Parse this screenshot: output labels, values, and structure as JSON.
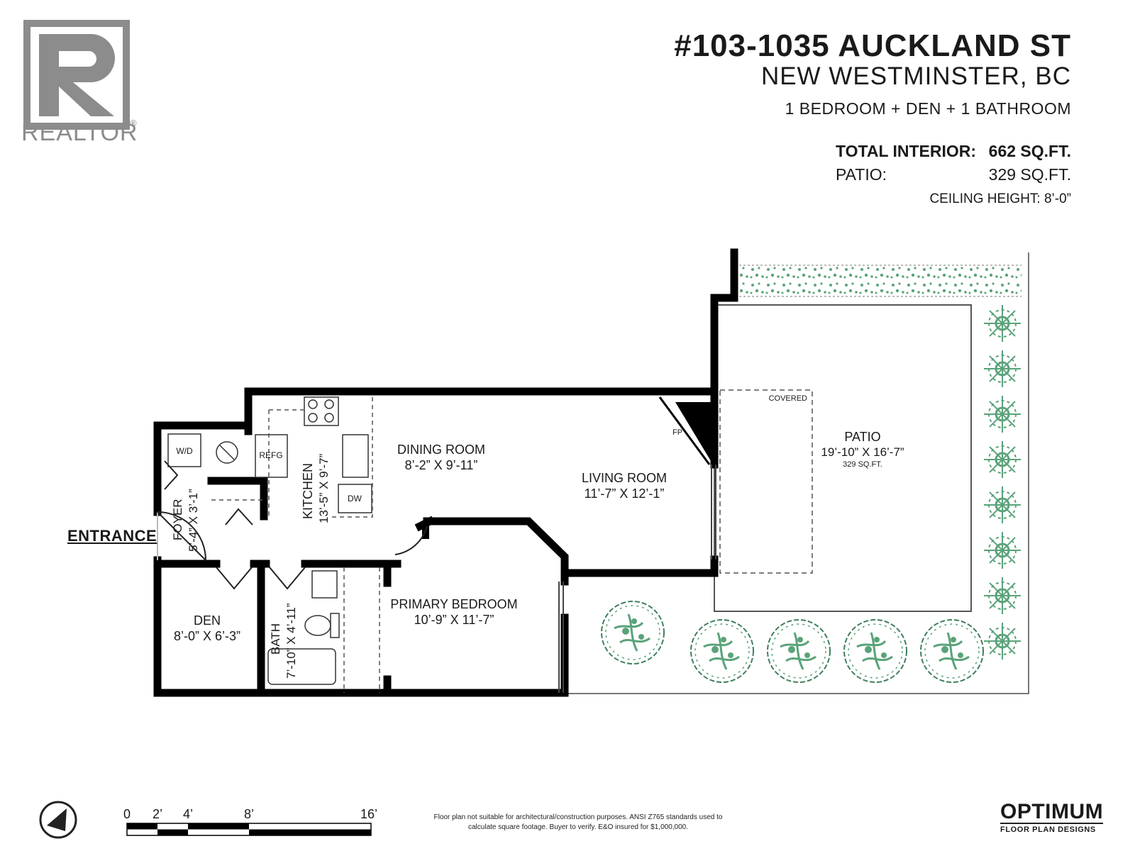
{
  "logo": {
    "wordmark": "REALTOR",
    "registered": "®",
    "icon": "realtor-r-icon",
    "color": "#8c8c8c"
  },
  "header": {
    "address": "#103-1035 AUCKLAND ST",
    "city": "NEW WESTMINSTER, BC",
    "rooms": "1 BEDROOM + DEN + 1 BATHROOM"
  },
  "stats": {
    "interior_label": "TOTAL INTERIOR:",
    "interior_value": "662 SQ.FT.",
    "patio_label": "PATIO:",
    "patio_value": "329 SQ.FT.",
    "ceiling": "CEILING HEIGHT: 8’-0”"
  },
  "rooms": {
    "dining": {
      "name": "DINING ROOM",
      "dims": "8’-2” X 9’-11”"
    },
    "living": {
      "name": "LIVING ROOM",
      "dims": "11’-7” X 12’-1”"
    },
    "kitchen": {
      "name": "KITCHEN",
      "dims": "13’-5” X 9’-7”"
    },
    "foyer": {
      "name": "FOYER",
      "dims": "5’-4” X 3’-1”"
    },
    "den": {
      "name": "DEN",
      "dims": "8’-0” X 6’-3”"
    },
    "bath": {
      "name": "BATH",
      "dims": "7’-10” X 4’-11”"
    },
    "bedroom": {
      "name": "PRIMARY BEDROOM",
      "dims": "10’-9” X 11’-7”"
    },
    "patio": {
      "name": "PATIO",
      "dims": "19’-10” X 16’-7”",
      "area": "329 SQ.FT."
    }
  },
  "fixtures": {
    "wd": "W/D",
    "refg": "REFG",
    "dw": "DW",
    "fp": "FP",
    "covered": "COVERED"
  },
  "entrance": "ENTRANCE",
  "scale": {
    "ticks": [
      "0",
      "2’",
      "4’",
      "8’",
      "16’"
    ]
  },
  "disclaimer_line1": "Floor plan not suitable for architectural/construction purposes. ANSI Z765 standards used to",
  "disclaimer_line2": "calculate square footage. Buyer to verify.  E&O insured for $1,000,000.",
  "brand": {
    "name": "OPTIMUM",
    "sub": "FLOOR PLAN DESIGNS"
  },
  "colors": {
    "wall": "#000000",
    "plant": "#5aa37a"
  },
  "icons": {
    "compass": "north-arrow-icon"
  }
}
